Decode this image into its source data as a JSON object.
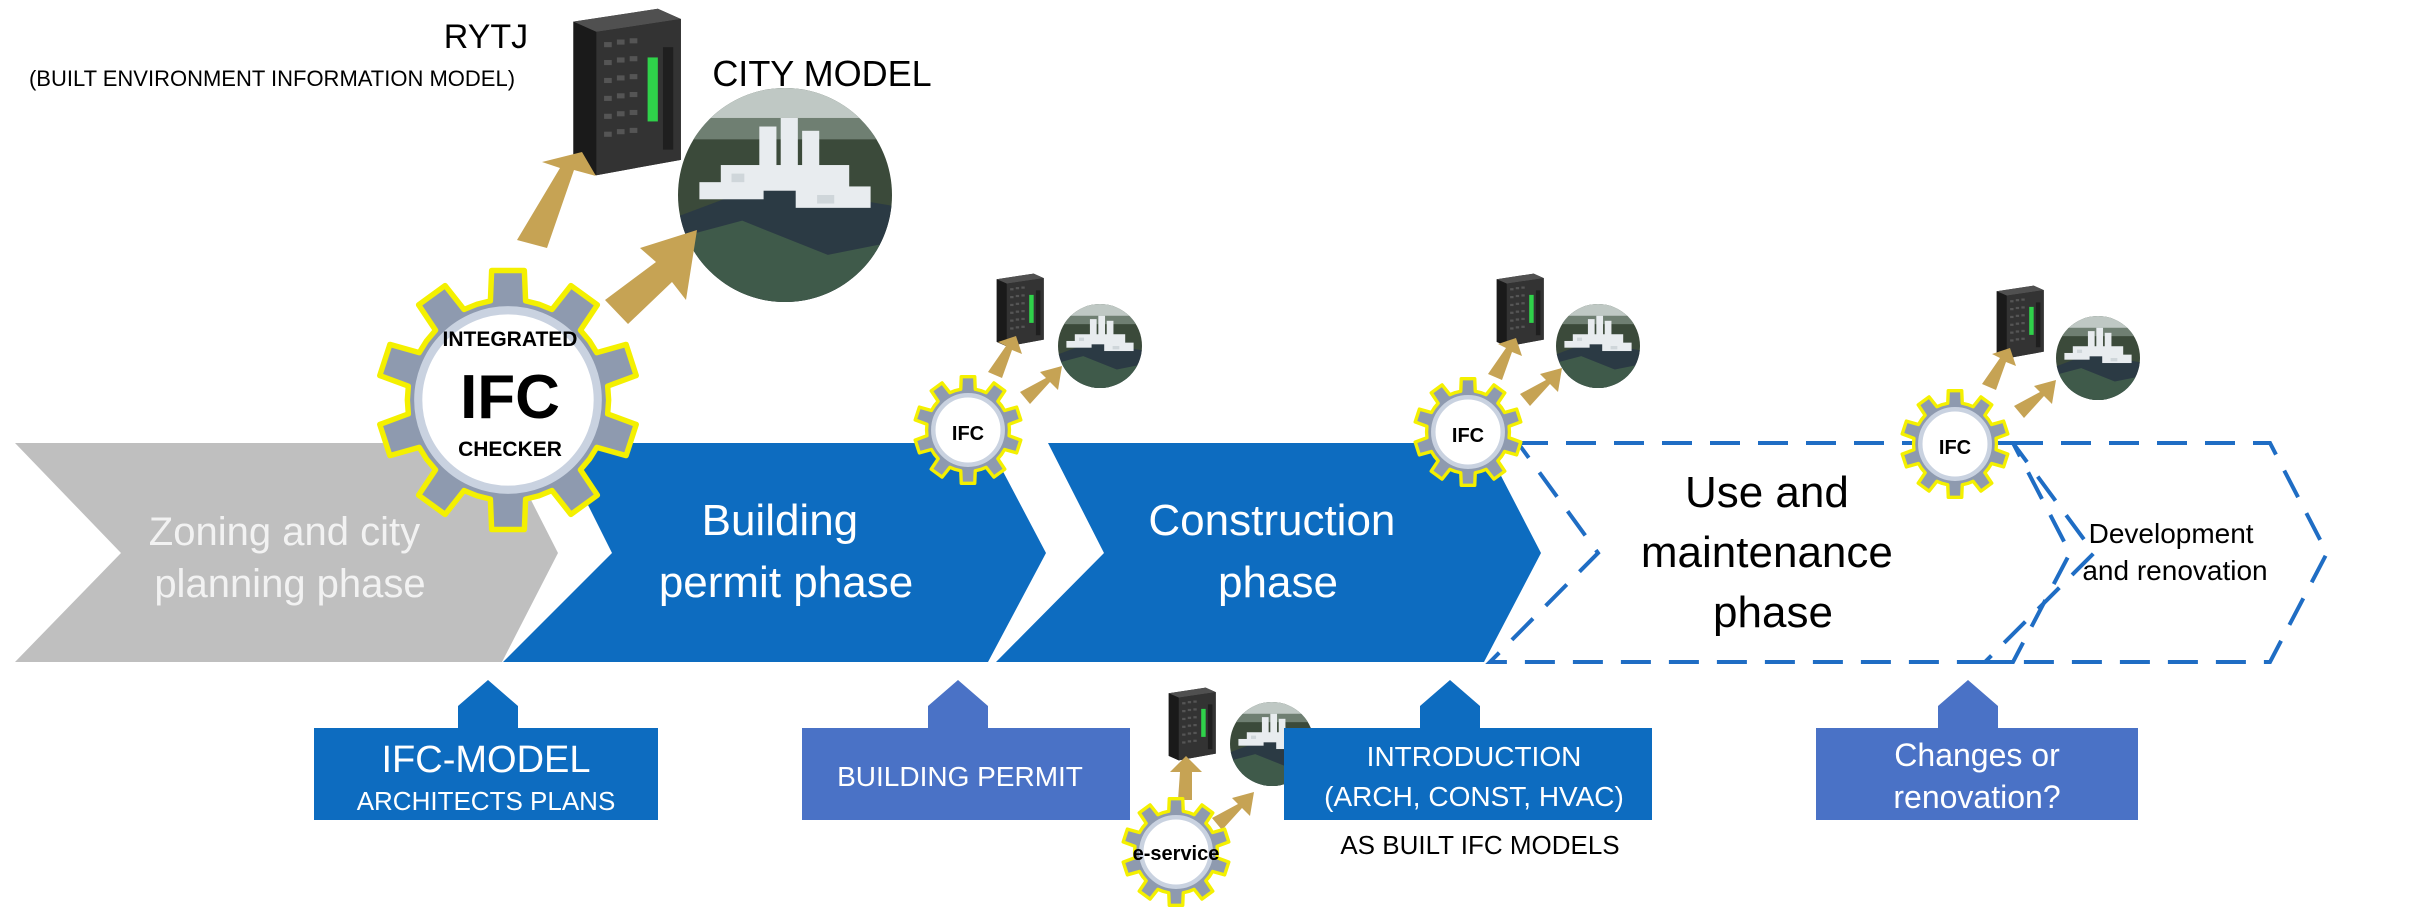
{
  "colors": {
    "blue": "#0D6CC0",
    "light_blue": "#4A72C6",
    "gray": "#BFBFBF",
    "gold": "#C6A354",
    "gear_gray": "#8E9AAF",
    "gear_outline": "#F4F000",
    "dashed_blue": "#1F6DC4"
  },
  "icons": {
    "server": "server-icon",
    "city": "city-model-icon",
    "gear": "gear-icon"
  },
  "top": {
    "rytj_title": "RYTJ",
    "rytj_subtitle": "(BUILT ENVIRONMENT INFORMATION MODEL)",
    "city_model_label": "CITY MODEL"
  },
  "main_gear": {
    "line1": "INTEGRATED",
    "line2": "IFC",
    "line3": "CHECKER"
  },
  "small_gears": {
    "permit": "IFC",
    "construction": "IFC",
    "use": "IFC",
    "eservice": "e-service"
  },
  "phases": {
    "zoning": [
      "Zoning and city",
      "planning phase"
    ],
    "permit": [
      "Building",
      "permit phase"
    ],
    "construction": [
      "Construction",
      "phase"
    ],
    "use": [
      "Use and",
      "maintenance",
      "phase"
    ],
    "development": [
      "Development",
      "and renovation"
    ]
  },
  "boxes": {
    "ifc_model": {
      "line1": "IFC-MODEL",
      "line2": "ARCHITECTS PLANS"
    },
    "building_permit": {
      "line1": "BUILDING PERMIT"
    },
    "introduction": {
      "line1": "INTRODUCTION",
      "line2": "(ARCH, CONST, HVAC)"
    },
    "as_built": "AS BUILT IFC MODELS",
    "changes": {
      "line1": "Changes or",
      "line2": "renovation?"
    }
  }
}
